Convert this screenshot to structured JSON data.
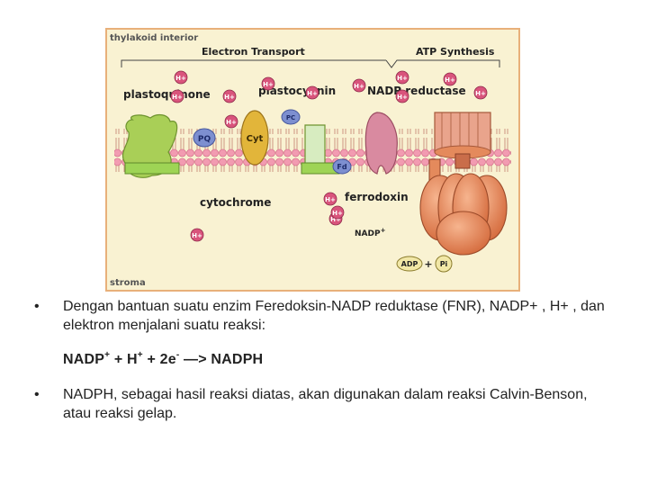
{
  "diagram": {
    "labels": {
      "thylakoid_interior": "thylakoid interior",
      "stroma": "stroma",
      "electron_transport": "Electron Transport",
      "atp_synthesis": "ATP Synthesis",
      "plastoquinone": "plastoquinone",
      "plastocyanin": "plastocyanin",
      "nadp_reductase": "NADP reductase",
      "cytochrome": "cytochrome",
      "ferrodoxin": "ferrodoxin",
      "nadp_plus": "NADP",
      "nadp_plus_sup": "+",
      "pq": "PQ",
      "cyt": "Cyt",
      "pc": "PC",
      "fd": "Fd",
      "h_plus": "H+",
      "adp": "ADP",
      "plus": "+",
      "pi": "Pi"
    },
    "colors": {
      "background": "#f9f2d2",
      "frame": "#e8b07a",
      "membrane": "#f0a6b6",
      "plastoquinone_protein": "#a9cf57",
      "cytochrome_protein": "#e2b53a",
      "ferredoxin_protein": "#d7ecc0",
      "nadp_reductase_protein": "#d98aa0",
      "atp_synthase": "#e48a5c",
      "h_ion": "#d9547c",
      "carrier": "#7d8fd0"
    }
  },
  "text": {
    "bullet_marker": "•",
    "bullet1": "Dengan bantuan suatu enzim Feredoksin-NADP reduktase (FNR), NADP+ , H+ , dan elektron menjalani suatu reaksi:",
    "equation": {
      "part1": "NADP",
      "sup1": "+",
      "part2": " + H",
      "sup2": "+",
      "part3": " + 2e",
      "sup3": "-",
      "part4": " —> NADPH"
    },
    "bullet2": "NADPH, sebagai hasil reaksi diatas, akan digunakan dalam reaksi Calvin-Benson, atau reaksi gelap."
  }
}
